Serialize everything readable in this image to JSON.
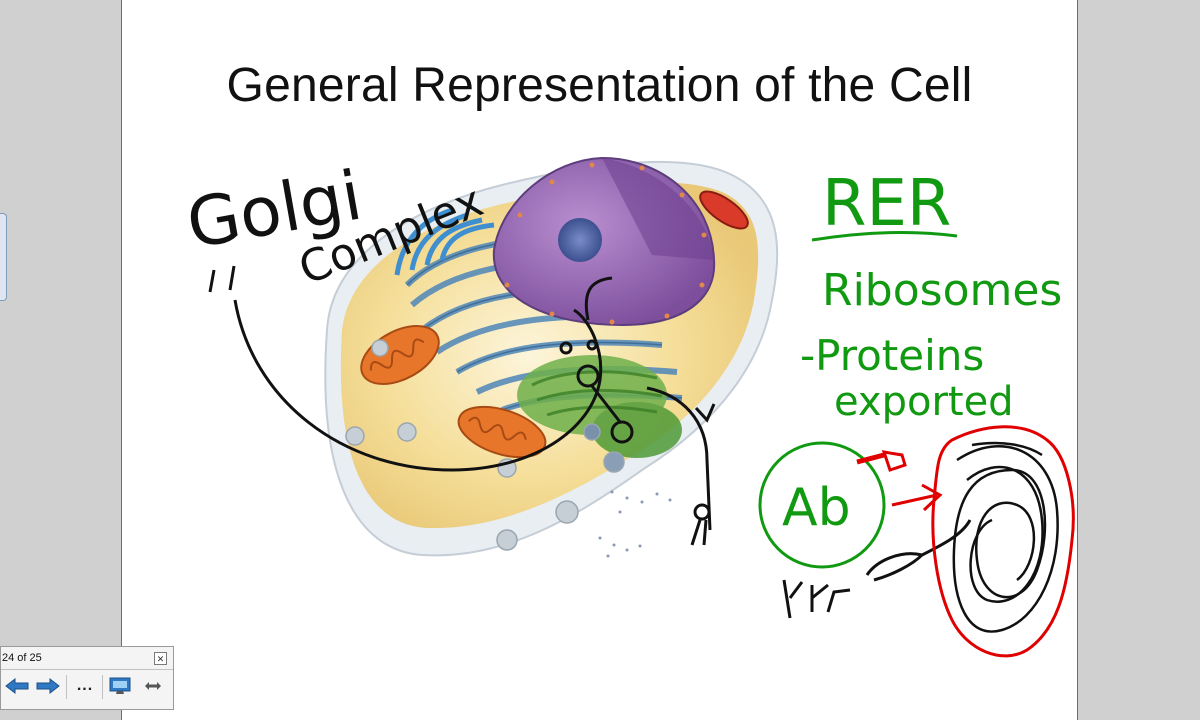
{
  "slide": {
    "title": "General Representation of the Cell",
    "annotations": {
      "golgi_word": "Golgi",
      "complex_word": "Complex",
      "rer_word": "RER",
      "ribosomes_word": "Ribosomes",
      "proteins_word": "-Proteins",
      "exported_word": "exported",
      "antibody_label": "Ab"
    }
  },
  "nav_toolbar": {
    "slide_counter": "24 of 25",
    "prev_icon": "arrow-left-icon",
    "next_icon": "arrow-right-icon",
    "more_label": "...",
    "more_icon": "ellipsis",
    "screen_icon": "monitor-icon",
    "resize_icon": "double-arrow-icon"
  },
  "colors": {
    "ink_black": "#111111",
    "ink_green": "#119a11",
    "ink_red": "#e00000",
    "nucleus": "#8b5fa8",
    "er": "#4f86b8",
    "cytoplasm": "#f3d68a",
    "mitochondria": "#e8762a"
  }
}
